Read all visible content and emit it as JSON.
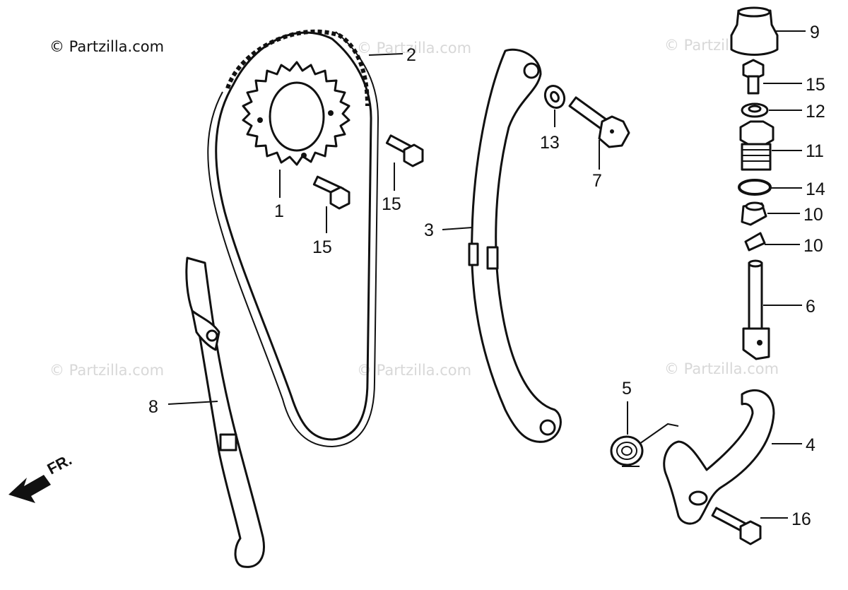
{
  "copyright": "© Partzilla.com",
  "watermark": "© Partzilla.com",
  "direction_label": "FR.",
  "callouts": {
    "p1": "1",
    "p2": "2",
    "p3": "3",
    "p4": "4",
    "p5": "5",
    "p6": "6",
    "p7": "7",
    "p8": "8",
    "p9": "9",
    "p10a": "10",
    "p10b": "10",
    "p11": "11",
    "p12": "12",
    "p13": "13",
    "p14": "14",
    "p15a": "15",
    "p15b": "15",
    "p15c": "15",
    "p16": "16"
  }
}
